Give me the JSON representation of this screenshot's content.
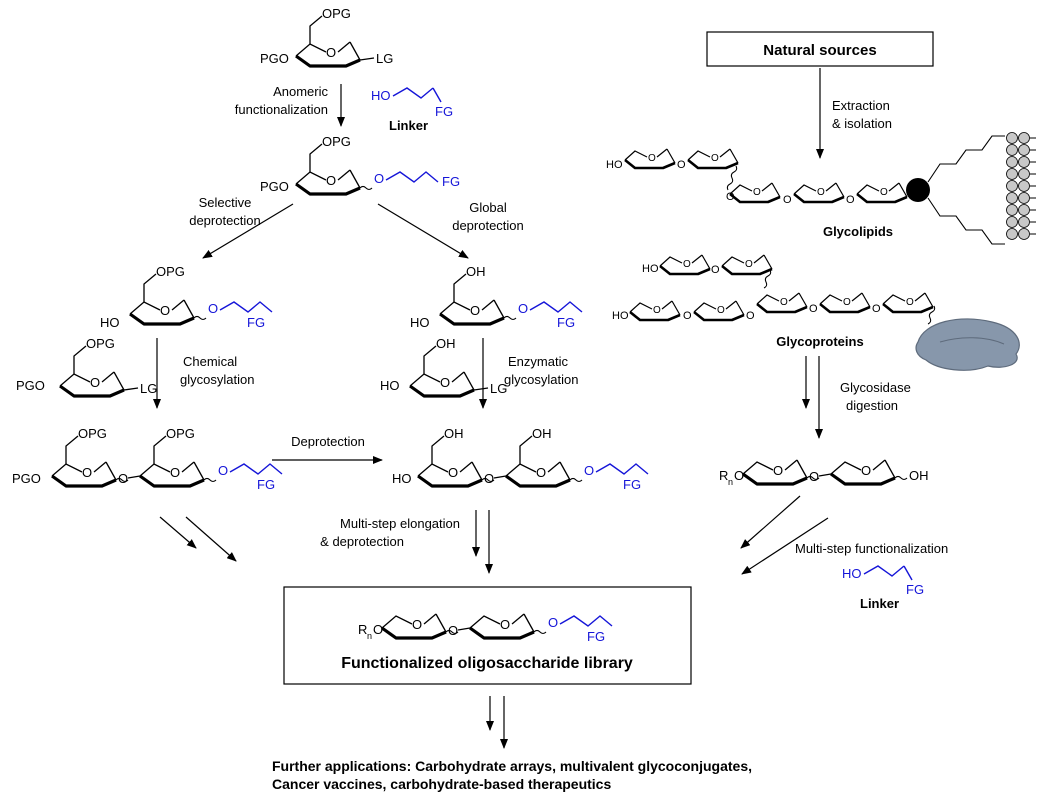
{
  "colors": {
    "linker": "#1515d8",
    "ink": "#000000",
    "protein": "#8797ab",
    "lipid_bead": "#c8c8c8"
  },
  "labels": {
    "opg": "OPG",
    "pgo": "PGO",
    "lg": "LG",
    "oh": "OH",
    "ho": "HO",
    "o": "O",
    "fg": "FG",
    "ro": "R",
    "n": "n"
  },
  "left": {
    "step_anomeric_1": "Anomeric",
    "step_anomeric_2": "functionalization",
    "linker_title": "Linker",
    "step_selective_1": "Selective",
    "step_selective_2": "deprotection",
    "step_global_1": "Global",
    "step_global_2": "deprotection",
    "step_chemical_1": "Chemical",
    "step_chemical_2": "glycosylation",
    "step_enzymatic_1": "Enzymatic",
    "step_enzymatic_2": "glycosylation",
    "step_deprotection": "Deprotection",
    "step_multistep_1": "Multi-step elongation",
    "step_multistep_2": "& deprotection"
  },
  "right": {
    "natural_sources": "Natural sources",
    "step_extraction_1": "Extraction",
    "step_extraction_2": "& isolation",
    "glycolipids": "Glycolipids",
    "glycoproteins": "Glycoproteins",
    "step_glycosidase_1": "Glycosidase",
    "step_glycosidase_2": "digestion",
    "step_functionalization": "Multi-step functionalization",
    "linker_title": "Linker"
  },
  "library": {
    "title": "Functionalized oligosaccharide library"
  },
  "footer": {
    "line1": "Further applications: Carbohydrate arrays, multivalent glycoconjugates,",
    "line2": "Cancer vaccines, carbohydrate-based therapeutics"
  }
}
